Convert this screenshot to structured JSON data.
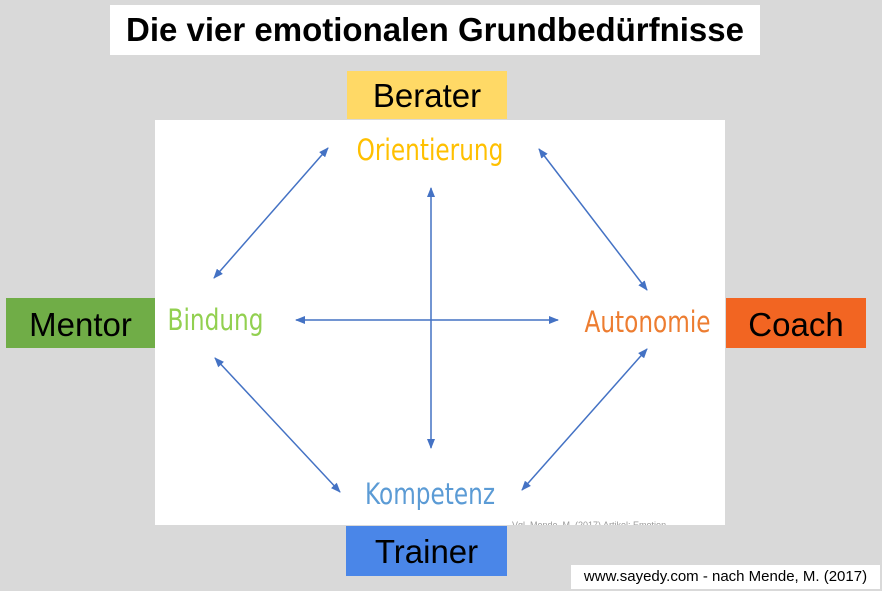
{
  "title": "Die vier emotionalen Grundbedürfnisse",
  "roles": {
    "berater": "Berater",
    "mentor": "Mentor",
    "coach": "Coach",
    "trainer": "Trainer"
  },
  "needs": {
    "orientierung": "Orientierung",
    "bindung": "Bindung",
    "autonomie": "Autonomie",
    "kompetenz": "Kompetenz"
  },
  "faint_caption": "Vgl. Mende, M. (2017) Artikel: Emotion",
  "credit": "www.sayedy.com - nach Mende, M. (2017)",
  "colors": {
    "berater": "#ffd966",
    "mentor": "#70ad47",
    "coach": "#f26522",
    "trainer": "#4a86e8",
    "orientierung": "#ffc000",
    "bindung": "#92d050",
    "autonomie": "#ed7d31",
    "kompetenz": "#5b9bd5",
    "arrow": "#4472c4"
  }
}
